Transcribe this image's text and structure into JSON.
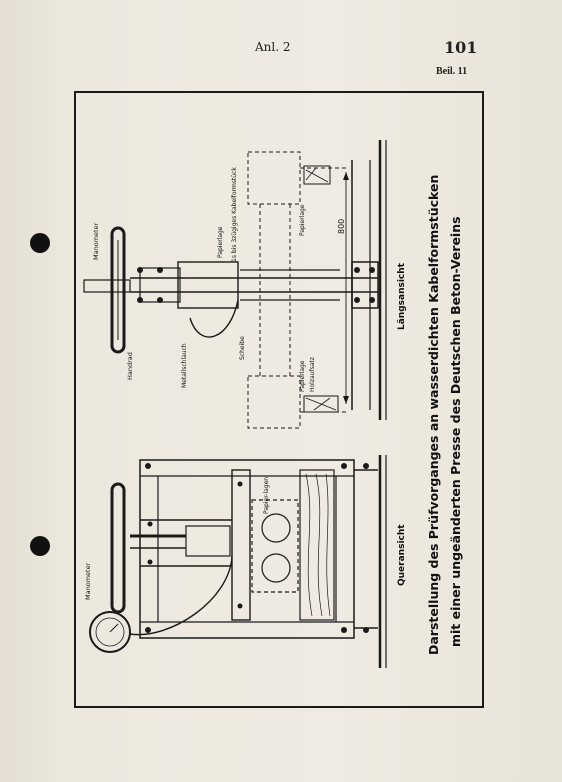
{
  "header": {
    "annex": "Anl. 2",
    "page_number": "101",
    "supplement": "Beil. 11"
  },
  "title": {
    "line1": "Darstellung des Prüfvorganges an wasserdichten Kabelformstücken",
    "line2": "mit einer ungeänderten Presse des Deutschen Beton-Vereins"
  },
  "views": {
    "cross_section": "Queransicht",
    "longitudinal": "Längsansicht"
  },
  "labels": {
    "manometer_top": "Manometer",
    "handrad": "Handrad",
    "metallschlauch": "Metallschlauch",
    "scheibe": "Scheibe",
    "papierlage_1": "Papierlage",
    "zuegiges": "1s bis 3zügiges Kabelformstück",
    "papierlage_2": "Papierlage",
    "papierlage_3": "Papierlage",
    "holzaufsatz": "Holzaufsatz",
    "dimension": "800",
    "papierlagen": "Papier-lagen",
    "manometer_bottom": "Manometer"
  }
}
